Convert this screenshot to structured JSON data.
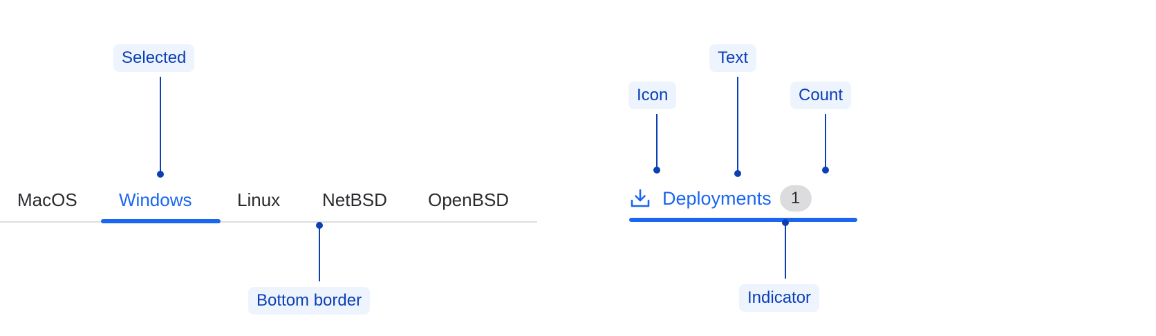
{
  "tabs": [
    {
      "label": "MacOS",
      "selected": false
    },
    {
      "label": "Windows",
      "selected": true
    },
    {
      "label": "Linux",
      "selected": false
    },
    {
      "label": "NetBSD",
      "selected": false
    },
    {
      "label": "OpenBSD",
      "selected": false
    }
  ],
  "deploy_tab": {
    "icon": "download-icon",
    "label": "Deployments",
    "count": "1"
  },
  "callouts": {
    "selected": "Selected",
    "bottom_border": "Bottom border",
    "icon": "Icon",
    "text": "Text",
    "count": "Count",
    "indicator": "Indicator"
  },
  "colors": {
    "accent": "#1a66f0",
    "callout_text": "#0b3fb5",
    "callout_bg": "#eef4fe",
    "border": "#dedede",
    "badge_bg": "#dcdcde"
  }
}
